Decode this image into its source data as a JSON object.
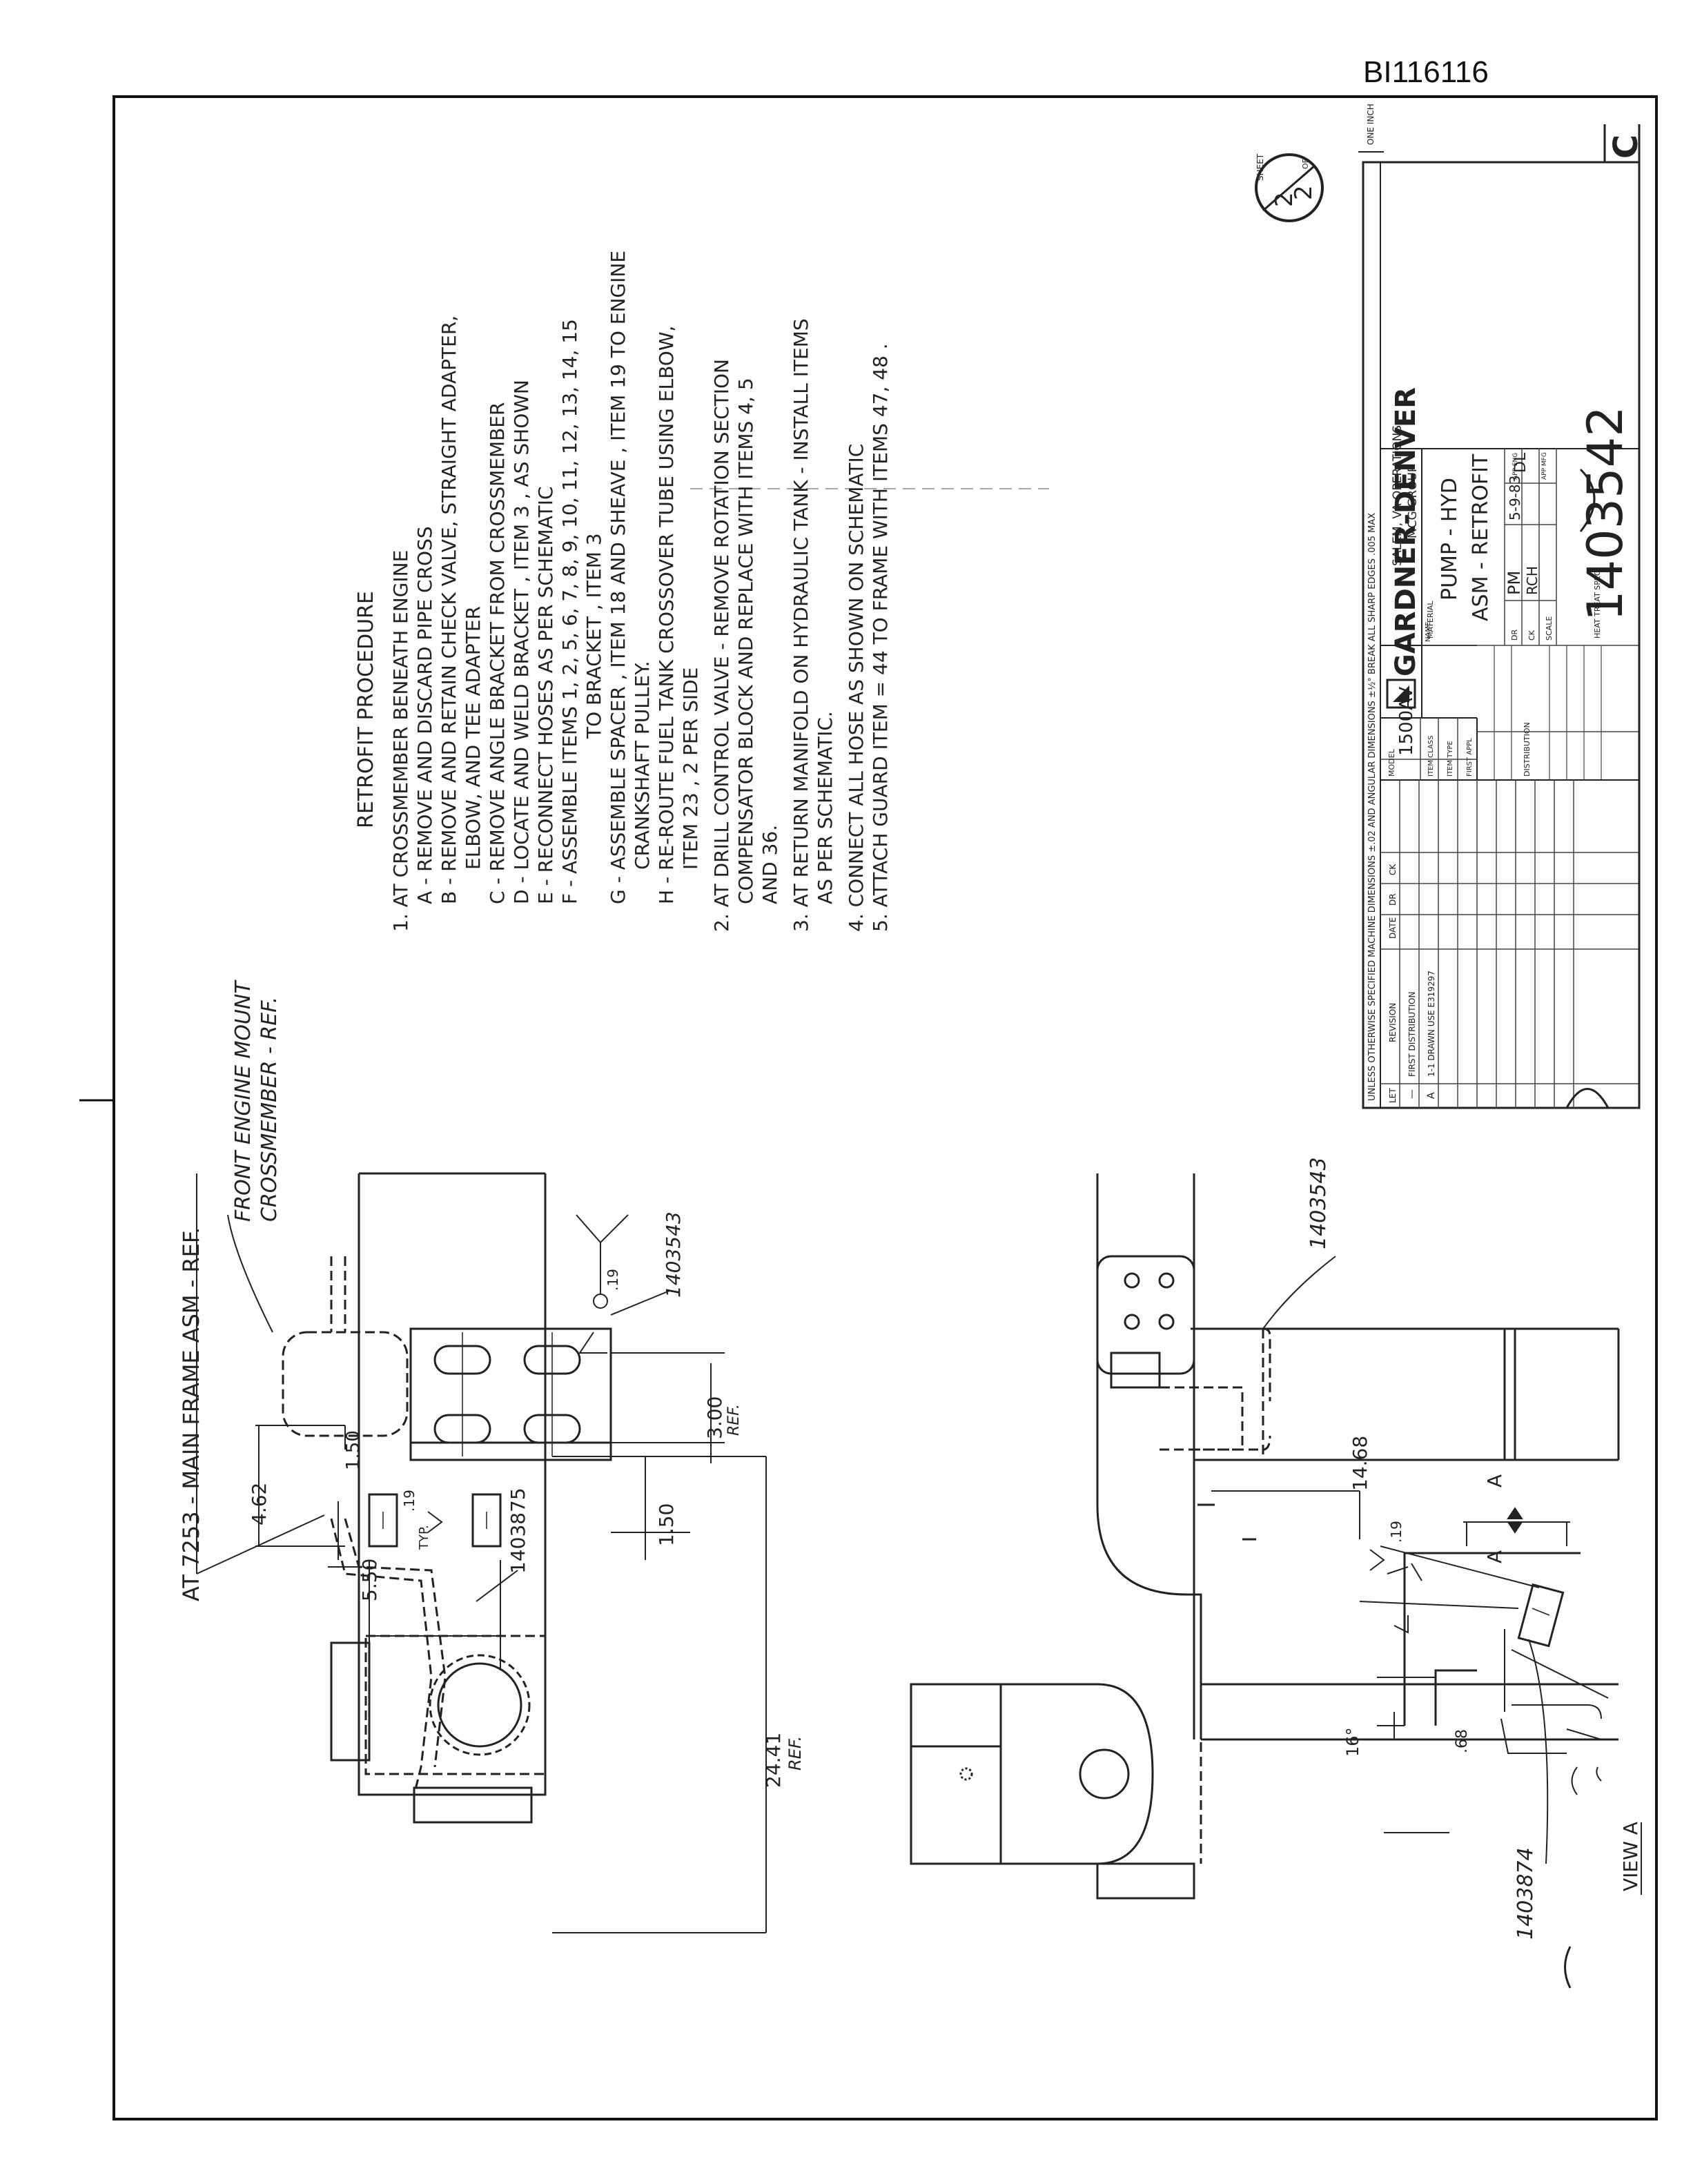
{
  "document_id": "BI116116",
  "sheet": {
    "label_sheet": "SHEET",
    "label_of": "OF",
    "current": "2",
    "total": "2"
  },
  "scale_ref": {
    "label": "ONE INCH"
  },
  "procedure": {
    "title": "RETROFIT   PROCEDURE",
    "lines": [
      "1.  AT  CROSSMEMBER  BENEATH  ENGINE",
      "A - REMOVE  AND  DISCARD  PIPE  CROSS",
      "B - REMOVE  AND  RETAIN  CHECK  VALVE,  STRAIGHT  ADAPTER,",
      "ELBOW,  AND  TEE  ADAPTER",
      "C - REMOVE  ANGLE  BRACKET  FROM  CROSSMEMBER",
      "D - LOCATE  AND  WELD  BRACKET , ITEM 3 , AS  SHOWN",
      "E - RECONNECT  HOSES  AS  PER  SCHEMATIC",
      "F - ASSEMBLE  ITEMS  1, 2, 5, 6, 7, 8, 9, 10, 11, 12, 13, 14, 15",
      "TO  BRACKET ,  ITEM 3",
      "G - ASSEMBLE  SPACER , ITEM 18  AND  SHEAVE , ITEM 19  TO  ENGINE",
      "CRANKSHAFT  PULLEY.",
      "H - RE-ROUTE  FUEL  TANK  CROSSOVER  TUBE  USING  ELBOW,",
      "ITEM 23 ,  2  PER  SIDE",
      "2.  AT  DRILL  CONTROL  VALVE - REMOVE  ROTATION  SECTION",
      "COMPENSATOR  BLOCK  AND  REPLACE  WITH  ITEMS 4, 5",
      "AND  36.",
      "3.  AT  RETURN  MANIFOLD  ON  HYDRAULIC  TANK - INSTALL  ITEMS",
      "AS  PER  SCHEMATIC.",
      "4.  CONNECT  ALL  HOSE  AS  SHOWN  ON  SCHEMATIC",
      "5.  ATTACH  GUARD  ITEM  =  44   TO  FRAME  WITH  ITEMS   47, 48 ."
    ]
  },
  "top_view": {
    "callout_main_frame": "AT 7253 - MAIN  FRAME  ASM - REF.",
    "callout_crossmember_1": "FRONT  ENGINE  MOUNT",
    "callout_crossmember_2": "CROSSMEMBER - REF.",
    "dim_462": "4.62",
    "dim_150_a": "1.50",
    "dim_150_b": "1.50",
    "dim_550": "5.50",
    "dim_2441": "24.41",
    "dim_2441_ref": "REF.",
    "dim_300": "3.00",
    "dim_300_ref": "REF.",
    "weld_19_a": ".19",
    "weld_typ": "TYP.",
    "weld_19_b": ".19",
    "part_1403875": "1403875",
    "part_1403543": "1403543"
  },
  "side_view": {
    "part_1403543": "1403543",
    "dim_1468": "14.68",
    "section_a_1": "A",
    "section_a_2": "A"
  },
  "detail_view": {
    "angle": "16°",
    "weld_19": ".19",
    "dim_68": ".68",
    "part_1403874": "1403874",
    "view_label": "VIEW A"
  },
  "title_block": {
    "general_note": "UNLESS OTHERWISE SPECIFIED  MACHINE DIMENSIONS ±.02     AND ANGULAR DIMENSIONS ±½°  BREAK ALL SHARP EDGES .005 MAX",
    "col_let": "LET",
    "col_revision": "REVISION",
    "col_date": "DATE",
    "col_dr": "DR",
    "col_ck": "CK",
    "rev_dash": "—",
    "rev_dash_text": "FIRST DISTRIBUTION",
    "rev_a": "A",
    "rev_a_text": "1-1 DRAWN  USE  E319297",
    "model_label": "MODEL",
    "model_value": "1500AV",
    "item_class": "ITEM CLASS",
    "item_type": "ITEM TYPE",
    "first_appl": "FIRST APPL",
    "distribution": "DISTRIBUTION",
    "material": "MATERIAL",
    "heat_treat": "HEAT TREAT SPEC",
    "company": "GARDNER-DENVER",
    "location": "SALEM, VA  OPERATIONS",
    "group": "MCG GROUP",
    "name_label": "NAME",
    "name_line1": "PUMP - HYD",
    "name_line2": "ASM - RETROFIT",
    "dr_label": "DR",
    "dr_value": "PM",
    "ck_label": "CK",
    "ck_value": "RCH",
    "scale_label": "SCALE",
    "date_value": "5-9-83",
    "app_eng": "APP ENG",
    "app_mfg": "APP MFG",
    "app_value": "DL",
    "drawing_number": "1403542",
    "size": "C"
  }
}
